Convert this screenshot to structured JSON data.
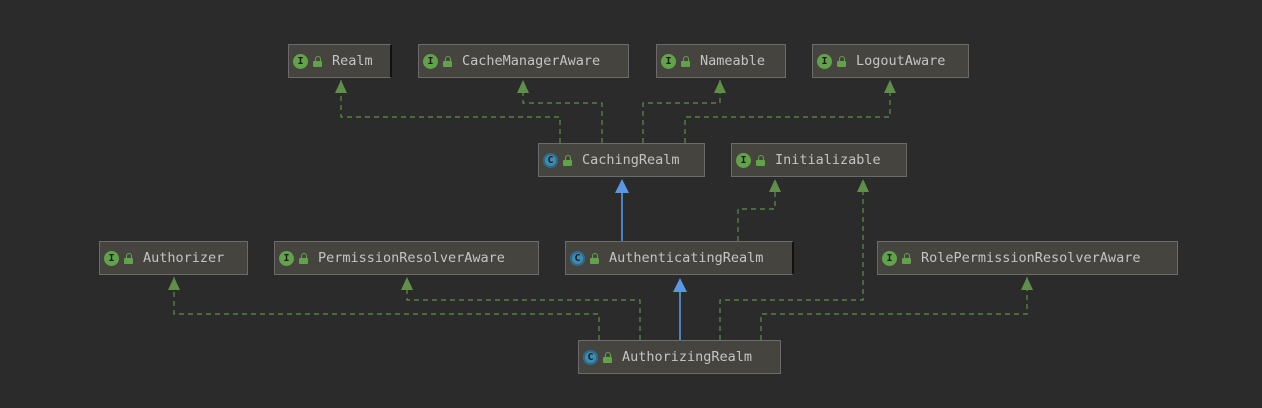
{
  "nodes": {
    "realm": {
      "label": "Realm",
      "kind": "I"
    },
    "cache_manager_aware": {
      "label": "CacheManagerAware",
      "kind": "I"
    },
    "nameable": {
      "label": "Nameable",
      "kind": "I"
    },
    "logout_aware": {
      "label": "LogoutAware",
      "kind": "I"
    },
    "caching_realm": {
      "label": "CachingRealm",
      "kind": "C"
    },
    "initializable": {
      "label": "Initializable",
      "kind": "I"
    },
    "authorizer": {
      "label": "Authorizer",
      "kind": "I"
    },
    "permission_resolver_aware": {
      "label": "PermissionResolverAware",
      "kind": "I"
    },
    "authenticating_realm": {
      "label": "AuthenticatingRealm",
      "kind": "C"
    },
    "role_permission_resolver_aware": {
      "label": "RolePermissionResolverAware",
      "kind": "I"
    },
    "authorizing_realm": {
      "label": "AuthorizingRealm",
      "kind": "C"
    }
  },
  "colors": {
    "background": "#2b2b2b",
    "implements_edge": "#5f8f48",
    "extends_edge": "#5a98e6",
    "interface_badge": "#62a24a",
    "class_badge": "#3e8bb1"
  },
  "icons": {
    "interface": "interface-icon",
    "class": "class-icon",
    "visibility": "public-lock-icon"
  }
}
